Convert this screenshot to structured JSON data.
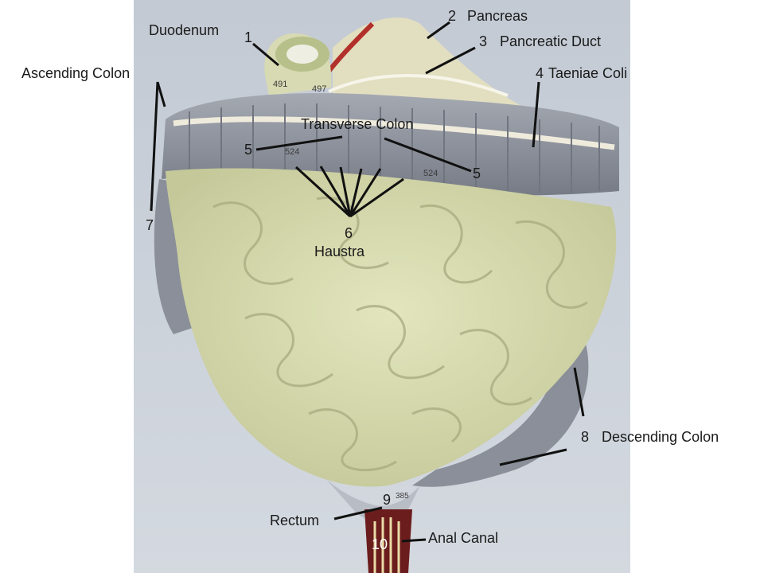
{
  "labels": {
    "duodenum": "Duodenum",
    "duodenum_num": "1",
    "pancreas_num": "2",
    "pancreas": "Pancreas",
    "pancreatic_duct_num": "3",
    "pancreatic_duct": "Pancreatic Duct",
    "ascending_colon": "Ascending Colon",
    "taeniae_coli_num": "4",
    "taeniae_coli": "Taeniae Coli",
    "transverse_colon": "Transverse Colon",
    "num5_left": "5",
    "num5_right": "5",
    "haustra_num": "6",
    "haustra": "Haustra",
    "num7": "7",
    "descending_colon_num": "8",
    "descending_colon": "Descending Colon",
    "rectum_num": "9",
    "rectum": "Rectum",
    "anal_canal": "Anal Canal",
    "anal_num": "10"
  },
  "model_numbers": {
    "n491": "491",
    "n497": "497",
    "n524a": "524",
    "n524b": "524",
    "n385": "385"
  },
  "colors": {
    "background": "#c9d0da",
    "colon_gray": "#8f949e",
    "small_intestine": "#d8dcae",
    "pancreas": "#e4e0c0",
    "rectum": "#6b1d1d"
  }
}
